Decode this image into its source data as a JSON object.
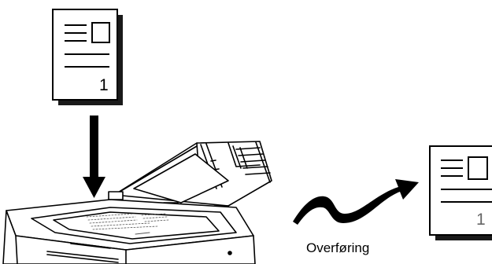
{
  "colors": {
    "ink": "#000000",
    "paper": "#ffffff",
    "shadow": "#1a1a1a",
    "faded_digit": "#666666"
  },
  "icons": {
    "source_page": "document-page-icon",
    "down_arrow": "down-arrow-icon",
    "scanner": "flatbed-scanner-icon",
    "transfer_arrow": "curved-transfer-arrow-icon",
    "received_page": "document-page-icon"
  },
  "source_page": {
    "page_number": "1"
  },
  "received_page": {
    "page_number": "1"
  },
  "transfer": {
    "caption": "Overføring"
  }
}
